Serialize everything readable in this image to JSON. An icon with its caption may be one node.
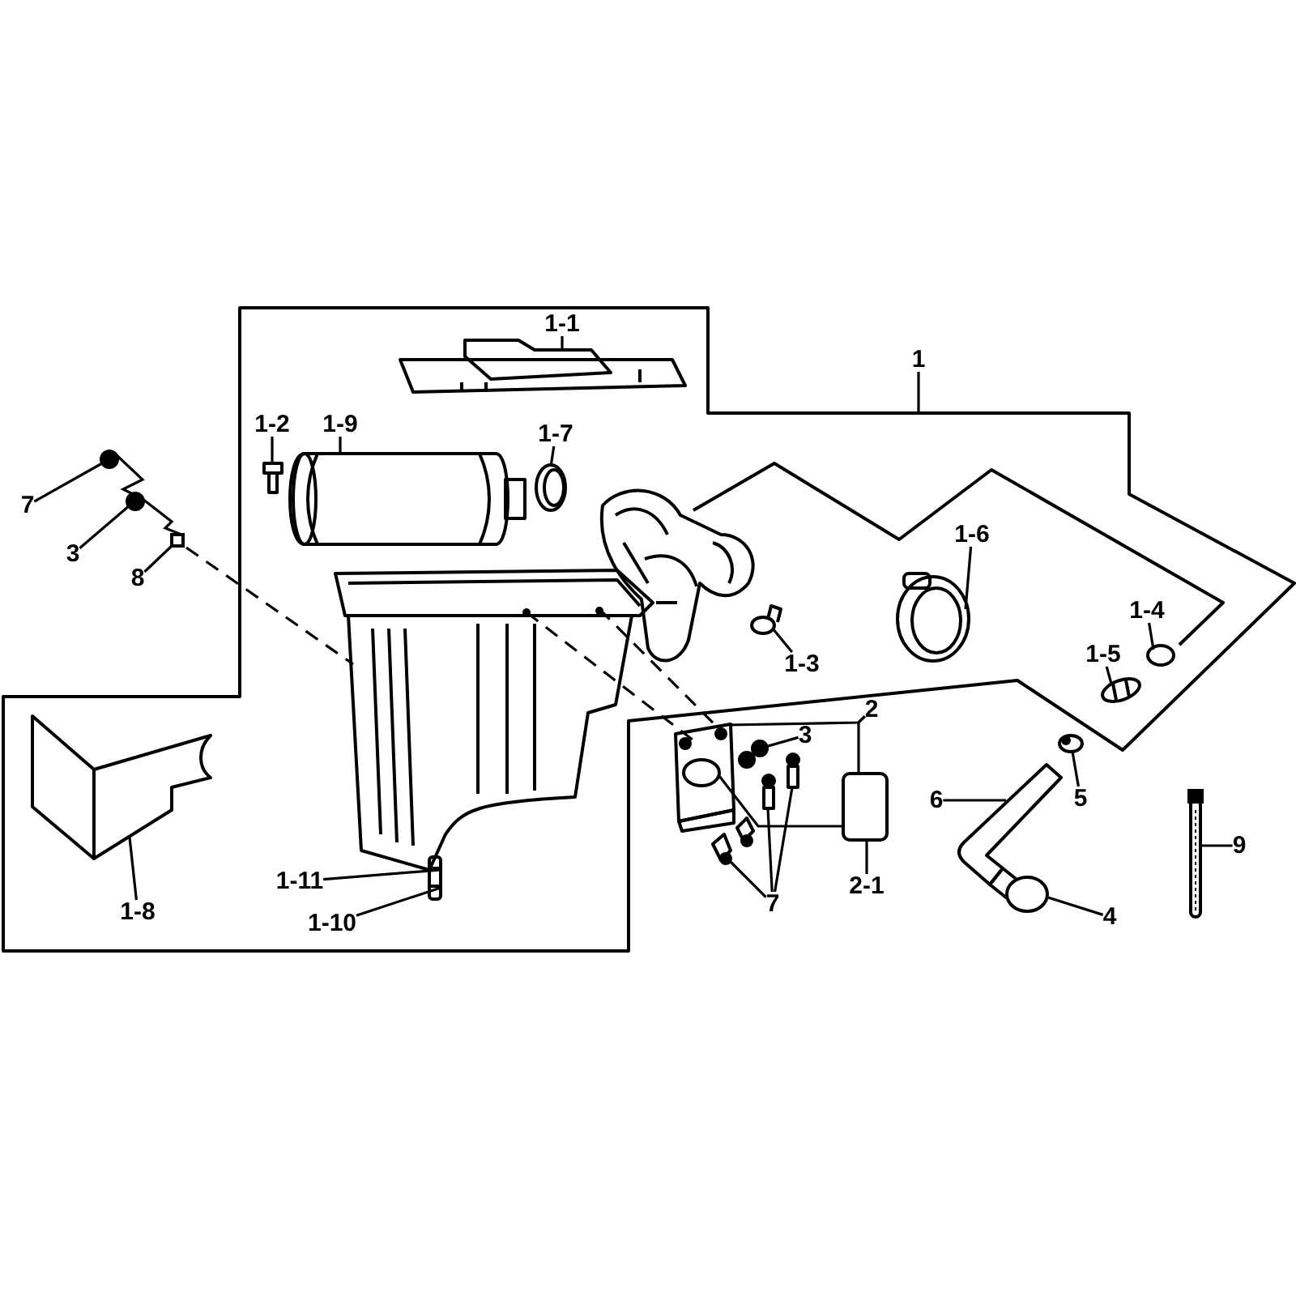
{
  "diagram": {
    "nodes": [
      {
        "text": [
          "1-1"
        ]
      },
      {
        "text": [],
        "shape": "picture"
      },
      {
        "text": [
          "1"
        ]
      },
      {
        "text": [
          "1-2"
        ]
      },
      {
        "text": [],
        "shape": "picture"
      },
      {
        "text": [
          "1-9"
        ]
      },
      {
        "text": [],
        "shape": "picture"
      },
      {
        "text": [
          "1-7"
        ]
      },
      {
        "text": [],
        "shape": "picture"
      },
      {
        "text": [
          "7"
        ]
      },
      {
        "text": [],
        "shape": "circle"
      },
      {
        "text": [
          "3"
        ]
      },
      {
        "text": [],
        "shape": "circle"
      },
      {
        "text": [
          "8"
        ]
      },
      {
        "text": [],
        "shape": "picture"
      },
      {
        "text": [
          "1-6"
        ]
      },
      {
        "text": [],
        "shape": "picture"
      },
      {
        "text": [
          "1-3"
        ]
      },
      {
        "text": [],
        "shape": "picture"
      },
      {
        "text": [
          "1-4"
        ]
      },
      {
        "text": [],
        "shape": "circle"
      },
      {
        "text": [
          "1-5"
        ]
      },
      {
        "text": [],
        "shape": "picture"
      },
      {
        "text": [],
        "shape": "picture"
      },
      {
        "text": [
          "2"
        ]
      },
      {
        "text": [],
        "shape": "picture"
      },
      {
        "text": [
          "3"
        ]
      },
      {
        "text": [],
        "shape": "picture"
      },
      {
        "text": [
          "5"
        ]
      },
      {
        "text": [],
        "shape": "picture"
      },
      {
        "text": [
          "6"
        ]
      },
      {
        "text": [],
        "shape": "picture"
      },
      {
        "text": [
          "9"
        ]
      },
      {
        "text": [],
        "shape": "picture"
      },
      {
        "text": [
          "2-1"
        ]
      },
      {
        "text": [],
        "shape": "box"
      },
      {
        "text": [
          "7"
        ]
      },
      {
        "text": [],
        "shape": "picture"
      },
      {
        "text": [],
        "shape": "picture"
      },
      {
        "text": [],
        "shape": "picture"
      },
      {
        "text": [
          "4"
        ]
      },
      {
        "text": [],
        "shape": "circle"
      },
      {
        "text": [
          "1-11"
        ]
      },
      {
        "text": [
          "1-10"
        ]
      },
      {
        "text": [],
        "shape": "picture"
      },
      {
        "text": [
          "1-8"
        ]
      },
      {
        "text": [],
        "shape": "picture"
      }
    ],
    "edges": [
      {
        "from": 0,
        "to": 1,
        "arrow": "none"
      },
      {
        "from": 2,
        "to": null,
        "arrow": "none"
      },
      {
        "from": 3,
        "to": 4,
        "arrow": "none"
      },
      {
        "from": 5,
        "to": 6,
        "arrow": "none"
      },
      {
        "from": 7,
        "to": 8,
        "arrow": "none"
      },
      {
        "from": 9,
        "to": 10,
        "arrow": "none"
      },
      {
        "from": 11,
        "to": 12,
        "arrow": "none"
      },
      {
        "from": 13,
        "to": 14,
        "arrow": "none"
      },
      {
        "from": 10,
        "to": 12,
        "arrow": "none"
      },
      {
        "from": 12,
        "to": 14,
        "arrow": "none"
      },
      {
        "from": 14,
        "to": 23,
        "arrow": "none",
        "style": "dashed"
      },
      {
        "from": 15,
        "to": 16,
        "arrow": "none"
      },
      {
        "from": 17,
        "to": 18,
        "arrow": "none"
      },
      {
        "from": 19,
        "to": 20,
        "arrow": "none"
      },
      {
        "from": 21,
        "to": 22,
        "arrow": "none"
      },
      {
        "from": 23,
        "to": 25,
        "arrow": "none",
        "style": "dashed"
      },
      {
        "from": 23,
        "to": 25,
        "arrow": "none",
        "style": "dashed"
      },
      {
        "from": 24,
        "to": 25,
        "arrow": "none"
      },
      {
        "from": 24,
        "to": 35,
        "arrow": "none"
      },
      {
        "from": 35,
        "to": 25,
        "arrow": "none"
      },
      {
        "from": 26,
        "to": 27,
        "arrow": "none"
      },
      {
        "from": 28,
        "to": 29,
        "arrow": "none"
      },
      {
        "from": 30,
        "to": 31,
        "arrow": "none"
      },
      {
        "from": 32,
        "to": 33,
        "arrow": "none"
      },
      {
        "from": 34,
        "to": 35,
        "arrow": "none"
      },
      {
        "from": 36,
        "to": 37,
        "arrow": "none"
      },
      {
        "from": 36,
        "to": 38,
        "arrow": "none"
      },
      {
        "from": 36,
        "to": 39,
        "arrow": "none"
      },
      {
        "from": 40,
        "to": 41,
        "arrow": "none"
      },
      {
        "from": 42,
        "to": 44,
        "arrow": "none"
      },
      {
        "from": 43,
        "to": 44,
        "arrow": "none"
      },
      {
        "from": 45,
        "to": 46,
        "arrow": "none"
      }
    ]
  }
}
